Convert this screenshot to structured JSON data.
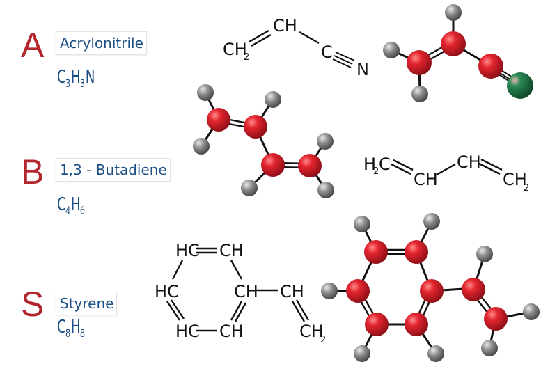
{
  "colors": {
    "letter": "#b3262d",
    "name_text": "#1c4f86",
    "formula_text": "#1c4f86",
    "carbon_atom": "#d6202e",
    "hydrogen_atom": "#8a8a8a",
    "nitrogen_atom": "#1e7a45",
    "bond": "#111111"
  },
  "molecules": [
    {
      "letter": "A",
      "name": "Acrylonitrile",
      "formula": {
        "parts": [
          {
            "el": "C",
            "n": "3"
          },
          {
            "el": "H",
            "n": "3"
          },
          {
            "el": "N",
            "n": ""
          }
        ]
      },
      "structural_formula": {
        "labels": [
          "CH2",
          "CH",
          "C",
          "N"
        ],
        "bonds": [
          "double",
          "single",
          "triple"
        ]
      }
    },
    {
      "letter": "B",
      "name": "1,3 - Butadiene",
      "formula": {
        "parts": [
          {
            "el": "C",
            "n": "4"
          },
          {
            "el": "H",
            "n": "6"
          }
        ]
      },
      "structural_formula": {
        "labels": [
          "H2C",
          "CH",
          "CH",
          "CH2"
        ],
        "bonds": [
          "double",
          "single",
          "double"
        ]
      }
    },
    {
      "letter": "S",
      "name": "Styrene",
      "formula": {
        "parts": [
          {
            "el": "C",
            "n": "8"
          },
          {
            "el": "H",
            "n": "8"
          }
        ]
      },
      "structural_formula": {
        "labels": [
          "HC",
          "CH",
          "HC",
          "CH",
          "HC",
          "CH",
          "CH",
          "CH2"
        ]
      }
    }
  ],
  "text": {
    "a_letter": "A",
    "a_name": "Acrylonitrile",
    "a_f1": "C",
    "a_n1": "3",
    "a_f2": "H",
    "a_n2": "3",
    "a_f3": "N",
    "b_letter": "B",
    "b_name": "1,3 - Butadiene",
    "b_f1": "C",
    "b_n1": "4",
    "b_f2": "H",
    "b_n2": "6",
    "s_letter": "S",
    "s_name": "Styrene",
    "s_f1": "C",
    "s_n1": "8",
    "s_f2": "H",
    "s_n2": "8",
    "acr_ch2": "CH",
    "acr_ch2_sub": "2",
    "acr_ch": "CH",
    "acr_c": "C",
    "acr_n": "N",
    "but_h2c_h": "H",
    "but_h2c_sub": "2",
    "but_h2c_c": "C",
    "but_ch1": "CH",
    "but_ch2": "CH",
    "but_ch2b": "CH",
    "but_ch2b_sub": "2",
    "sty_hc_top": "HC",
    "sty_ch_top": "CH",
    "sty_hc_mid": "HC",
    "sty_ch_mid": "CH",
    "sty_ch_vinyl": "CH",
    "sty_hc_bot": "HC",
    "sty_ch_bot": "CH",
    "sty_ch2": "CH",
    "sty_ch2_sub": "2"
  }
}
